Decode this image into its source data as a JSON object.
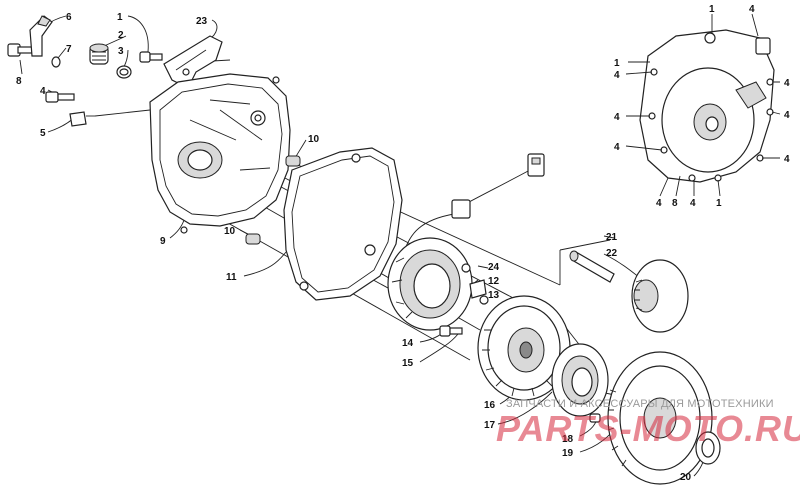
{
  "callouts": [
    {
      "id": "c6",
      "text": "6"
    },
    {
      "id": "c1a",
      "text": "1"
    },
    {
      "id": "c23",
      "text": "23"
    },
    {
      "id": "c2",
      "text": "2"
    },
    {
      "id": "c3",
      "text": "3"
    },
    {
      "id": "c7",
      "text": "7"
    },
    {
      "id": "c8",
      "text": "8"
    },
    {
      "id": "c4a",
      "text": "4"
    },
    {
      "id": "c5",
      "text": "5"
    },
    {
      "id": "c10a",
      "text": "10"
    },
    {
      "id": "c9",
      "text": "9"
    },
    {
      "id": "c10b",
      "text": "10"
    },
    {
      "id": "c11",
      "text": "11"
    },
    {
      "id": "c21",
      "text": "21"
    },
    {
      "id": "c22",
      "text": "22"
    },
    {
      "id": "c24",
      "text": "24"
    },
    {
      "id": "c12",
      "text": "12"
    },
    {
      "id": "c13",
      "text": "13"
    },
    {
      "id": "c14",
      "text": "14"
    },
    {
      "id": "c15",
      "text": "15"
    },
    {
      "id": "c16",
      "text": "16"
    },
    {
      "id": "c17",
      "text": "17"
    },
    {
      "id": "c18",
      "text": "18"
    },
    {
      "id": "c19",
      "text": "19"
    },
    {
      "id": "c20",
      "text": "20"
    },
    {
      "id": "i1a",
      "text": "1"
    },
    {
      "id": "i4a",
      "text": "4"
    },
    {
      "id": "i1b",
      "text": "1"
    },
    {
      "id": "i4b",
      "text": "4"
    },
    {
      "id": "i4c",
      "text": "4"
    },
    {
      "id": "i4d",
      "text": "4"
    },
    {
      "id": "i4e",
      "text": "4"
    },
    {
      "id": "i4f",
      "text": "4"
    },
    {
      "id": "i4g",
      "text": "4"
    },
    {
      "id": "i4h",
      "text": "4"
    },
    {
      "id": "i8",
      "text": "8"
    },
    {
      "id": "i4i",
      "text": "4"
    },
    {
      "id": "i1c",
      "text": "1"
    }
  ],
  "watermark": {
    "caption": "ЗАПЧАСТИ И АКСЕССУАРЫ ДЛЯ МОТОТЕХНИКИ",
    "brand": "PARTS-MOTO.RU"
  }
}
